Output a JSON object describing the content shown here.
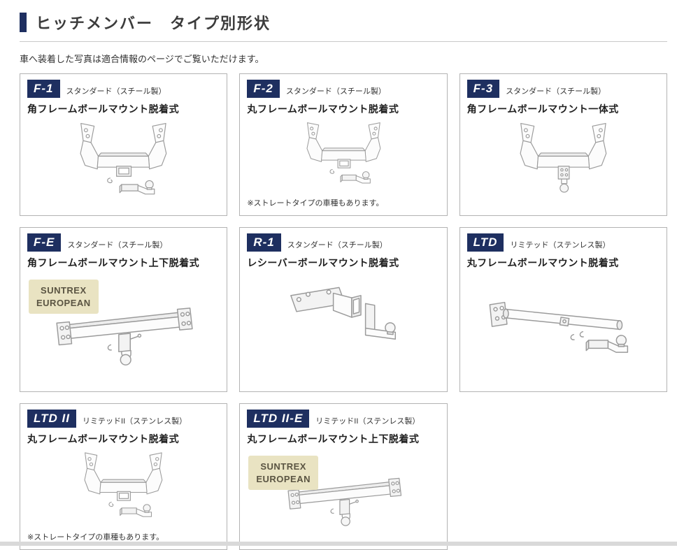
{
  "header": {
    "title": "ヒッチメンバー　タイプ別形状",
    "subtitle": "車へ装着した写真は適合情報のページでご覧いただけます。"
  },
  "badge": {
    "line1": "SUNTREX",
    "line2": "EUROPEAN"
  },
  "colors": {
    "navy_accent": "#1e2f60",
    "suntrex_badge_bg": "#e9e3c2",
    "card_border": "#b3b3b3"
  },
  "cards": [
    {
      "type": "F-1",
      "grade": "スタンダード（スチール製）",
      "description": "角フレームボールマウント脱着式",
      "note": "",
      "suntrex_badge": false,
      "illustration": "square-frame-detachable"
    },
    {
      "type": "F-2",
      "grade": "スタンダード（スチール製）",
      "description": "丸フレームボールマウント脱着式",
      "note": "※ストレートタイプの車種もあります。",
      "suntrex_badge": false,
      "illustration": "round-frame-detachable"
    },
    {
      "type": "F-3",
      "grade": "スタンダード（スチール製）",
      "description": "角フレームボールマウント一体式",
      "note": "",
      "suntrex_badge": false,
      "illustration": "square-frame-integrated"
    },
    {
      "type": "F-E",
      "grade": "スタンダード（スチール製）",
      "description": "角フレームボールマウント上下脱着式",
      "note": "",
      "suntrex_badge": true,
      "illustration": "euro-vertical-detachable"
    },
    {
      "type": "R-1",
      "grade": "スタンダード（スチール製）",
      "description": "レシーバーボールマウント脱着式",
      "note": "",
      "suntrex_badge": false,
      "illustration": "receiver-detachable"
    },
    {
      "type": "LTD",
      "grade": "リミテッド（ステンレス製）",
      "description": "丸フレームボールマウント脱着式",
      "note": "",
      "suntrex_badge": false,
      "illustration": "round-tube-detachable"
    },
    {
      "type": "LTD II",
      "grade": "リミテッドII（ステンレス製）",
      "description": "丸フレームボールマウント脱着式",
      "note": "※ストレートタイプの車種もあります。",
      "suntrex_badge": false,
      "illustration": "square-frame-detachable"
    },
    {
      "type": "LTD II-E",
      "grade": "リミテッドII（ステンレス製）",
      "description": "丸フレームボールマウント上下脱着式",
      "note": "",
      "suntrex_badge": true,
      "illustration": "euro-vertical-detachable"
    }
  ]
}
